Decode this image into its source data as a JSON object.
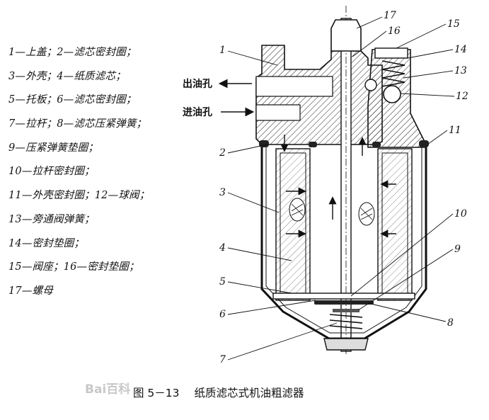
{
  "legend": [
    "1—上盖；2—滤芯密封圈；",
    "3—外壳；4—纸质滤芯；",
    "5—托板；6—滤芯密封圈；",
    "7—拉杆；8—滤芯压紧弹簧；",
    "9—压紧弹簧垫圈；",
    "10—拉杆密封圈；",
    "11—外壳密封圈；12—球阀；",
    "13—旁通阀弹簧；",
    "14—密封垫圈；",
    "15—阀座；16—密封垫圈；",
    "17—螺母"
  ],
  "ports": {
    "outlet": "出油孔",
    "inlet": "进油孔"
  },
  "callouts": [
    "1",
    "2",
    "3",
    "4",
    "5",
    "6",
    "7",
    "8",
    "9",
    "10",
    "11",
    "12",
    "13",
    "14",
    "15",
    "16",
    "17"
  ],
  "caption": {
    "number": "图 5－13",
    "title": "纸质滤芯式机油粗滤器"
  },
  "watermark": "Bai百科"
}
